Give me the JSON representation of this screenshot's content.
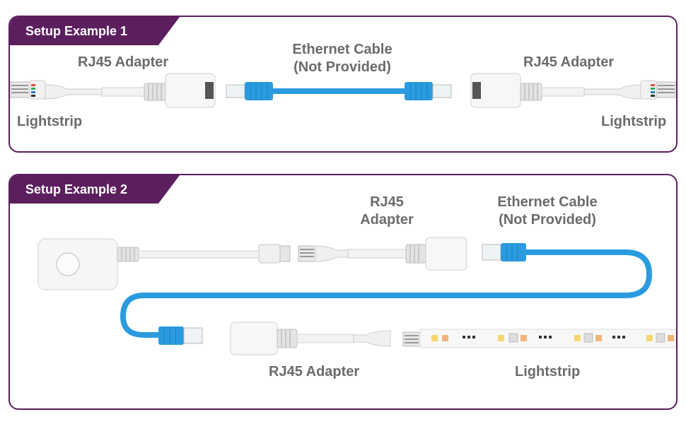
{
  "colors": {
    "panel_border": "#5c1f5e",
    "tab_fill": "#5c1f5e",
    "cable_blue": "#2b9be0",
    "label_gray": "#6b6b6b"
  },
  "setup1": {
    "tab_title": "Setup Example 1",
    "labels": {
      "rj45_left": "RJ45 Adapter",
      "ethernet_line1": "Ethernet Cable",
      "ethernet_line2": "(Not Provided)",
      "rj45_right": "RJ45 Adapter",
      "lightstrip_left": "Lightstrip",
      "lightstrip_right": "Lightstrip"
    }
  },
  "setup2": {
    "tab_title": "Setup Example 2",
    "labels": {
      "rj45_top_line1": "RJ45",
      "rj45_top_line2": "Adapter",
      "ethernet_line1": "Ethernet Cable",
      "ethernet_line2": "(Not Provided)",
      "rj45_bottom": "RJ45 Adapter",
      "lightstrip": "Lightstrip"
    }
  }
}
